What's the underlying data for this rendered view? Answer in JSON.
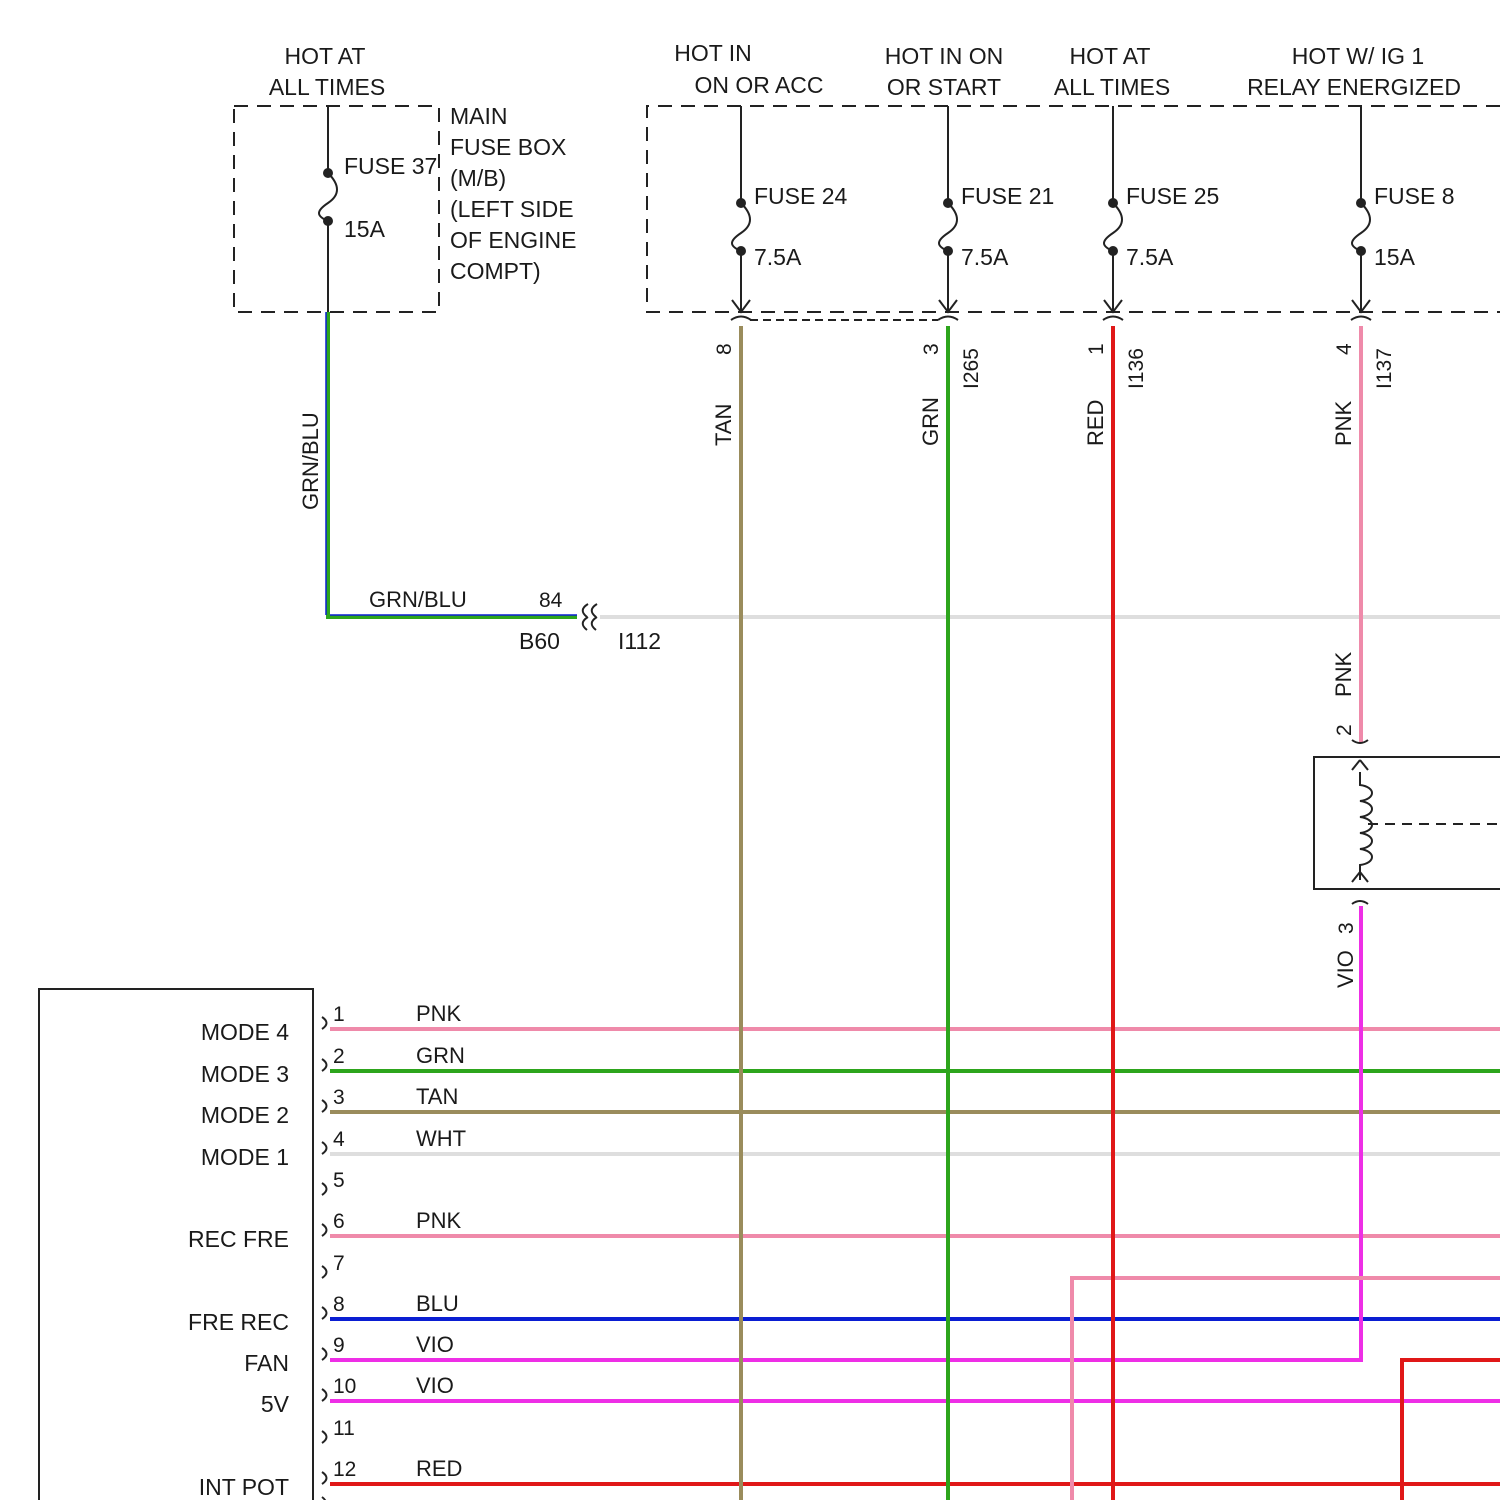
{
  "colors": {
    "TAN": "#9a8c5c",
    "GRN": "#2da51c",
    "RED": "#e01818",
    "PNK": "#ef8aaa",
    "VIO": "#ee2ee6",
    "BLU": "#0a1ed2",
    "WHT": "#dedede",
    "GRN_BLU_main": "#2da51c",
    "GRN_BLU_stripe": "#0a1ed2",
    "outline": "#222222"
  },
  "main_fuse_box": {
    "supply_label": [
      "HOT AT",
      "ALL TIMES"
    ],
    "name_lines": [
      "MAIN",
      "FUSE BOX",
      "(M/B)",
      "(LEFT SIDE",
      "OF ENGINE",
      "COMPT)"
    ],
    "fuse": {
      "name": "FUSE 37",
      "rating": "15A"
    },
    "wire_vertical_label": "GRN/BLU",
    "wire_horizontal_label": "GRN/BLU",
    "connector_pin": "84",
    "connector_left": "B60",
    "connector_right": "I112"
  },
  "dash_fuse_box": {
    "columns": [
      {
        "supply": [
          "HOT IN",
          "ON OR ACC"
        ],
        "fuse": "FUSE 24",
        "rating": "7.5A",
        "pin": "8",
        "wire": "TAN",
        "connector": ""
      },
      {
        "supply": [
          "HOT IN ON",
          "OR START"
        ],
        "fuse": "FUSE 21",
        "rating": "7.5A",
        "pin": "3",
        "wire": "GRN",
        "connector": "I265"
      },
      {
        "supply": [
          "HOT AT",
          "ALL TIMES"
        ],
        "fuse": "FUSE 25",
        "rating": "7.5A",
        "pin": "1",
        "wire": "RED",
        "connector": "I136"
      },
      {
        "supply": [
          "HOT W/ IG 1",
          "RELAY ENERGIZED"
        ],
        "fuse": "FUSE 8",
        "rating": "15A",
        "pin": "4",
        "wire": "PNK",
        "connector": "I137"
      }
    ]
  },
  "relay": {
    "in_wire": "PNK",
    "in_pin": "2",
    "out_wire": "VIO",
    "out_pin": "3"
  },
  "control_module": {
    "pins": [
      {
        "pin": "1",
        "name": "MODE 4",
        "wire": "PNK"
      },
      {
        "pin": "2",
        "name": "MODE 3",
        "wire": "GRN"
      },
      {
        "pin": "3",
        "name": "MODE 2",
        "wire": "TAN"
      },
      {
        "pin": "4",
        "name": "MODE 1",
        "wire": "WHT"
      },
      {
        "pin": "5",
        "name": "",
        "wire": ""
      },
      {
        "pin": "6",
        "name": "REC FRE",
        "wire": "PNK"
      },
      {
        "pin": "7",
        "name": "",
        "wire": ""
      },
      {
        "pin": "8",
        "name": "FRE REC",
        "wire": "BLU"
      },
      {
        "pin": "9",
        "name": "FAN",
        "wire": "VIO"
      },
      {
        "pin": "10",
        "name": "5V",
        "wire": "VIO"
      },
      {
        "pin": "11",
        "name": "",
        "wire": ""
      },
      {
        "pin": "12",
        "name": "INT POT",
        "wire": "RED"
      }
    ]
  }
}
